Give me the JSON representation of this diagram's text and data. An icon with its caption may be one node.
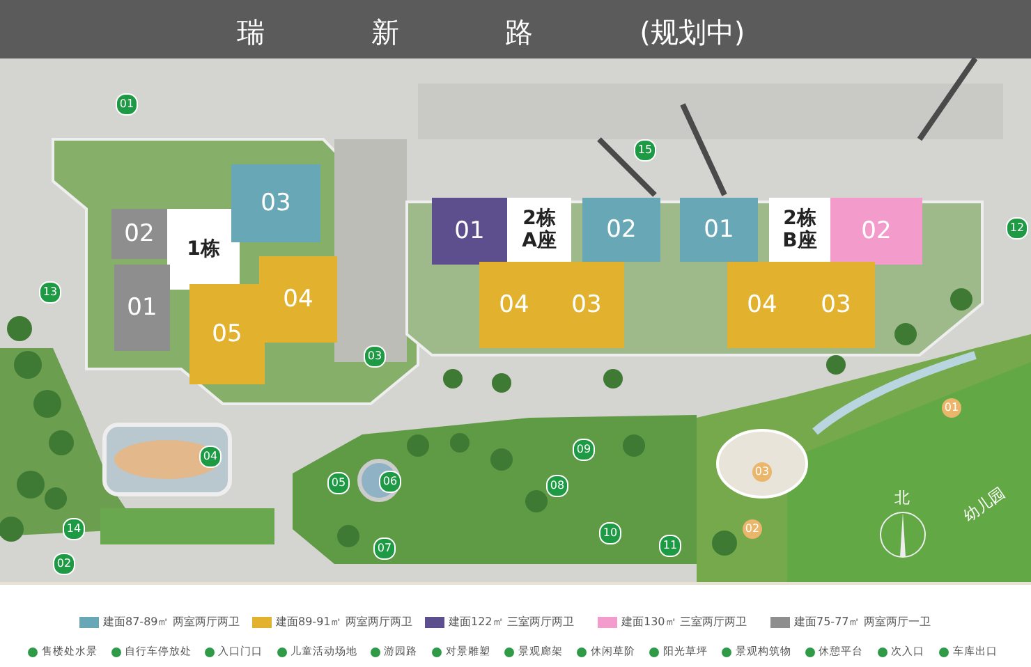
{
  "diagram": {
    "nodes": [
      {
        "text": [
          "02"
        ]
      },
      {
        "text": [
          "1栋"
        ]
      },
      {
        "text": [
          "03"
        ]
      },
      {
        "text": [
          "01"
        ]
      },
      {
        "text": [
          "04"
        ]
      },
      {
        "text": [
          "05"
        ]
      },
      {
        "text": [
          "01"
        ]
      },
      {
        "text": [
          "2栋 A座"
        ]
      },
      {
        "text": [
          "02"
        ]
      },
      {
        "text": [
          "01"
        ]
      },
      {
        "text": [
          "2栋 B座"
        ]
      },
      {
        "text": [
          "02"
        ]
      },
      {
        "text": [
          "04"
        ]
      },
      {
        "text": [
          "03"
        ]
      },
      {
        "text": [
          "04"
        ]
      },
      {
        "text": [
          "03"
        ]
      }
    ],
    "labels": [
      "瑞 新 路 (规划中)",
      "01",
      "15",
      "12",
      "13",
      "03",
      "09",
      "04",
      "05",
      "06",
      "08",
      "14",
      "07",
      "10",
      "11",
      "02",
      "01",
      "03",
      "02",
      "北",
      "幼儿园"
    ],
    "legend": [
      {
        "text": "建面87-89㎡ 两室两厅两卫",
        "color": "#68a8b6"
      },
      {
        "text": "建面89-91㎡ 两室两厅两卫",
        "color": "#e2b22e"
      },
      {
        "text": "建面122㎡ 三室两厅两卫",
        "color": "#5d4e8e"
      },
      {
        "text": "建面130㎡ 三室两厅两卫",
        "color": "#f39ccb"
      },
      {
        "text": "建面75-77㎡ 两室两厅一卫",
        "color": "#8e8e8e"
      },
      {
        "text": "售楼处水景",
        "color": "#2f9a48"
      },
      {
        "text": "自行车停放处",
        "color": "#2f9a48"
      },
      {
        "text": "入口门口",
        "color": "#2f9a48"
      },
      {
        "text": "儿童活动场地",
        "color": "#2f9a48"
      },
      {
        "text": "游园路",
        "color": "#2f9a48"
      },
      {
        "text": "对景雕塑",
        "color": "#2f9a48"
      },
      {
        "text": "景观廊架",
        "color": "#2f9a48"
      },
      {
        "text": "休闲草阶",
        "color": "#2f9a48"
      },
      {
        "text": "阳光草坪",
        "color": "#2f9a48"
      },
      {
        "text": "景观构筑物",
        "color": "#2f9a48"
      },
      {
        "text": "休憩平台",
        "color": "#2f9a48"
      },
      {
        "text": "次入口",
        "color": "#2f9a48"
      },
      {
        "text": "车库出口",
        "color": "#2f9a48"
      }
    ]
  }
}
